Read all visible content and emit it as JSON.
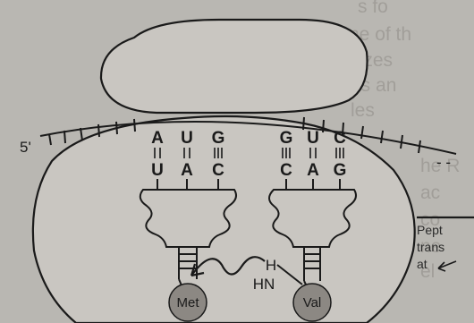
{
  "labels": {
    "five_prime": "5'",
    "three_prime_dashes": "- -",
    "hydrogen": "H",
    "amine": "HN",
    "side_note_line1": "Pept",
    "side_note_line2": "trans",
    "side_note_line3": "at"
  },
  "codons": [
    {
      "mrna": [
        "A",
        "U",
        "G"
      ],
      "anticodon": [
        "U",
        "A",
        "C"
      ],
      "amino_acid": "Met"
    },
    {
      "mrna": [
        "G",
        "U",
        "C"
      ],
      "anticodon": [
        "C",
        "A",
        "G"
      ],
      "amino_acid": "Val"
    }
  ],
  "colors": {
    "page": "#b9b7b2",
    "ribosome": "#c9c6c1",
    "amino_acid_fill": "#8c8883",
    "ink": "#1a1a1a"
  }
}
